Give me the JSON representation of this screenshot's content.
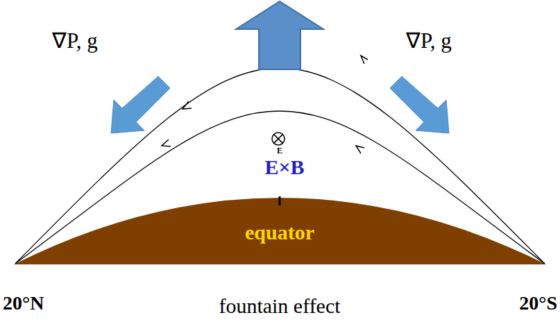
{
  "diagram": {
    "labels": [
      "∇P, g",
      "∇P, g",
      "E",
      "E×B",
      "equator",
      "20°N",
      "20°S",
      "fountain effect"
    ]
  }
}
